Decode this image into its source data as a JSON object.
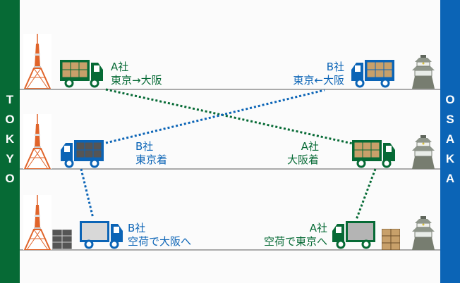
{
  "sidebars": {
    "left": {
      "letters": [
        "T",
        "O",
        "K",
        "Y",
        "O"
      ],
      "color": "#066a35"
    },
    "right": {
      "letters": [
        "O",
        "S",
        "A",
        "K",
        "A"
      ],
      "color": "#0b64b6"
    }
  },
  "colors": {
    "company_a": "#066a35",
    "company_b": "#0b64b6",
    "cargo": "#c8a06a",
    "empty_cargo": "#555555"
  },
  "rows": [
    {
      "left_truck": {
        "company": "A",
        "label_line1": "A社",
        "label_line2": "東京→大阪",
        "loaded": true,
        "direction": "right"
      },
      "right_truck": {
        "company": "B",
        "label_line1": "B社",
        "label_line2": "東京←大阪",
        "loaded": true,
        "direction": "left"
      }
    },
    {
      "left_truck": {
        "company": "B",
        "label_line1": "B社",
        "label_line2": "東京着",
        "loaded": true
      },
      "right_truck": {
        "company": "A",
        "label_line1": "A社",
        "label_line2": "大阪着",
        "loaded": true
      }
    },
    {
      "left_truck": {
        "company": "B",
        "label_line1": "B社",
        "label_line2": "空荷で大阪へ",
        "loaded": false
      },
      "right_truck": {
        "company": "A",
        "label_line1": "A社",
        "label_line2": "空荷で東京へ",
        "loaded": false
      }
    }
  ],
  "landmarks": {
    "left": "tokyo-tower",
    "right": "osaka-castle"
  }
}
